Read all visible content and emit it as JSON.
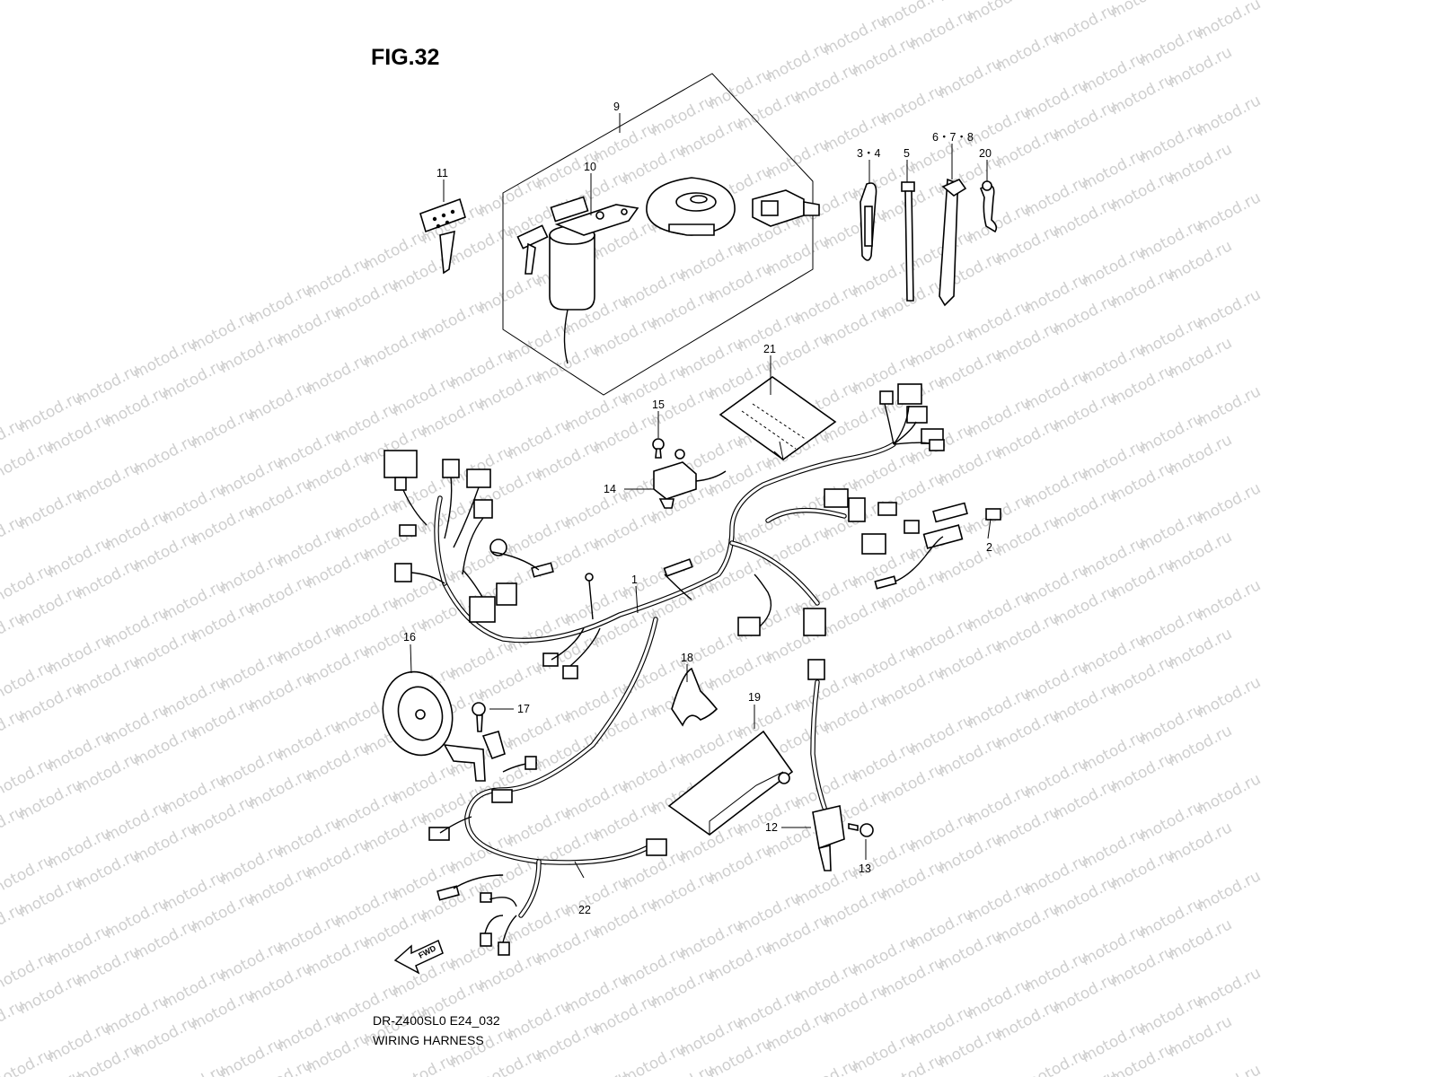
{
  "figure": {
    "title": "FIG.32"
  },
  "footer": {
    "model_code": "DR-Z400SL0 E24_032",
    "caption": "WIRING HARNESS"
  },
  "watermark": {
    "text": "motod.ru"
  },
  "fwd_arrow": {
    "label": "FWD"
  },
  "callouts": [
    {
      "id": "1",
      "label": "1"
    },
    {
      "id": "2",
      "label": "2"
    },
    {
      "id": "3-4",
      "label": "3・4"
    },
    {
      "id": "5",
      "label": "5"
    },
    {
      "id": "6-7-8",
      "label": "6・7・8"
    },
    {
      "id": "9",
      "label": "9"
    },
    {
      "id": "10",
      "label": "10"
    },
    {
      "id": "11",
      "label": "11"
    },
    {
      "id": "12",
      "label": "12"
    },
    {
      "id": "13",
      "label": "13"
    },
    {
      "id": "14",
      "label": "14"
    },
    {
      "id": "15",
      "label": "15"
    },
    {
      "id": "16",
      "label": "16"
    },
    {
      "id": "17",
      "label": "17"
    },
    {
      "id": "18",
      "label": "18"
    },
    {
      "id": "19",
      "label": "19"
    },
    {
      "id": "20",
      "label": "20"
    },
    {
      "id": "21",
      "label": "21"
    },
    {
      "id": "22",
      "label": "22"
    }
  ]
}
